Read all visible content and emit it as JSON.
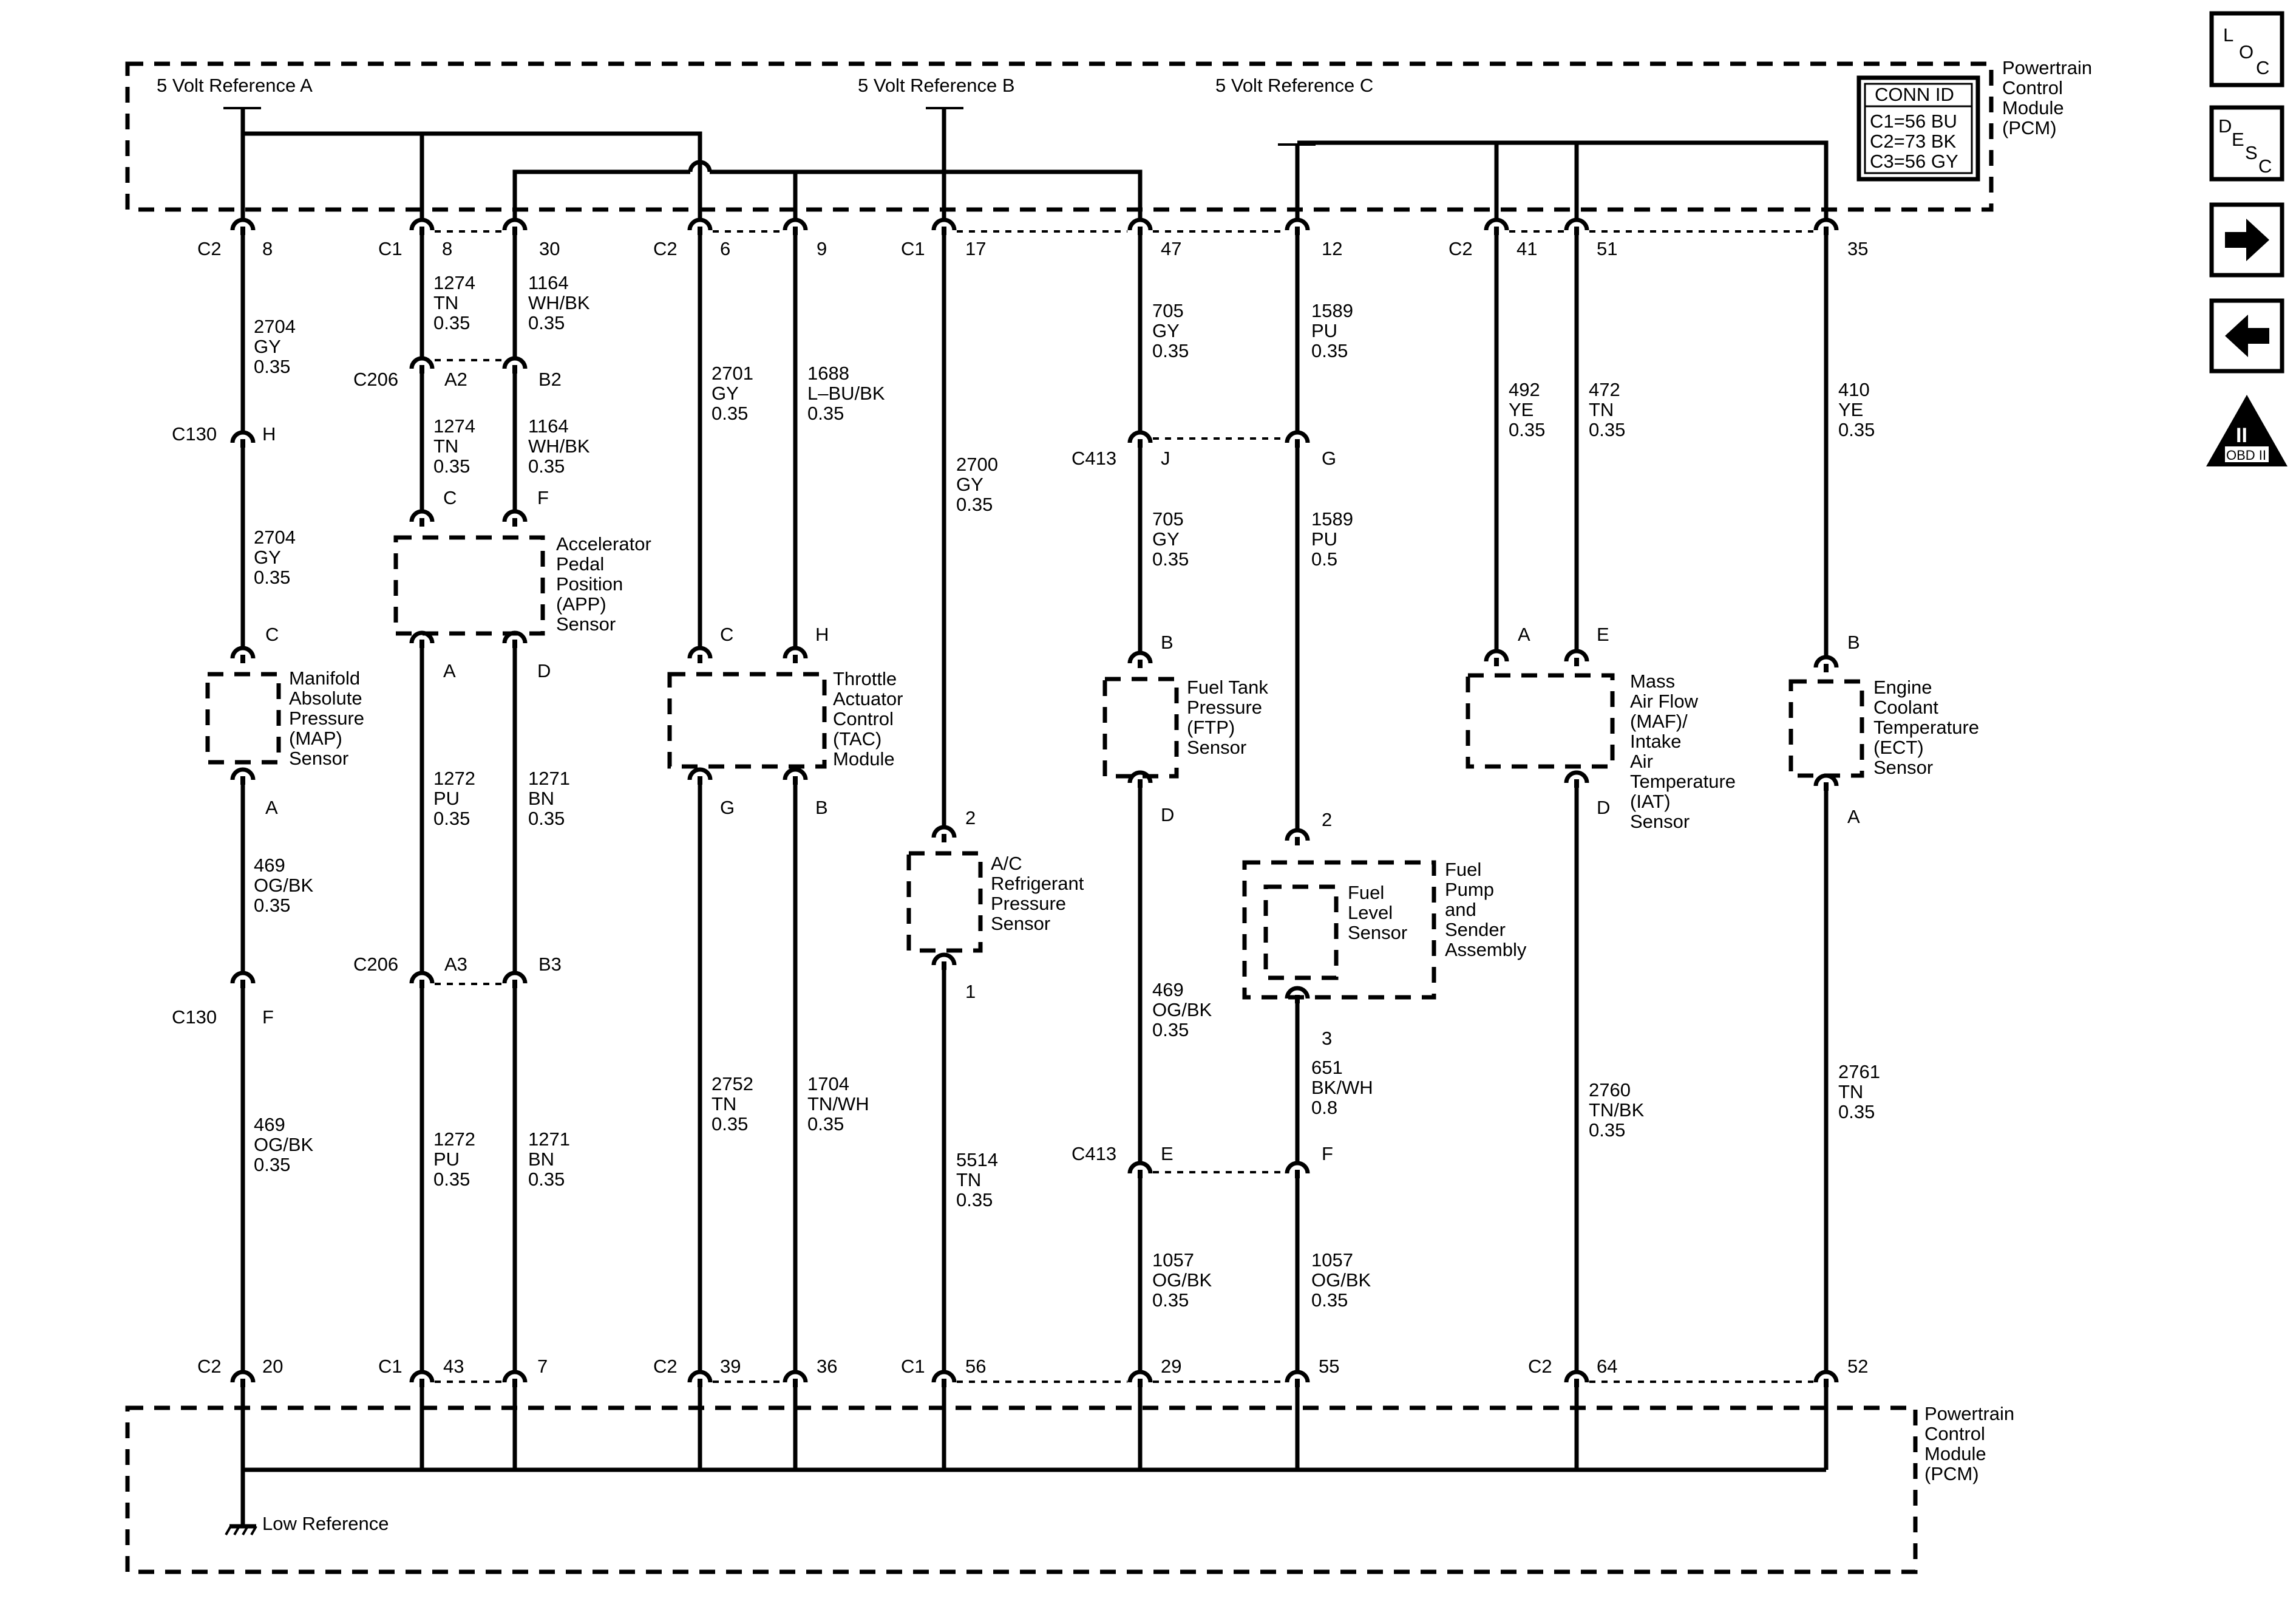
{
  "pcm_top_label": [
    "Powertrain",
    "Control",
    "Module",
    "(PCM)"
  ],
  "pcm_bottom_label": [
    "Powertrain",
    "Control",
    "Module",
    "(PCM)"
  ],
  "ref_a": "5 Volt Reference A",
  "ref_b": "5 Volt Reference B",
  "ref_c": "5 Volt Reference C",
  "low_reference": "Low Reference",
  "conn_id": {
    "title": "CONN ID",
    "lines": [
      "C1=56 BU",
      "C2=73 BK",
      "C3=56 GY"
    ]
  },
  "nav": {
    "loc": [
      "L",
      "O",
      "C"
    ],
    "desc": [
      "D",
      "E",
      "S",
      "C"
    ],
    "obd_numeral": "II",
    "obd_label": "OBD II"
  },
  "top_pins": [
    {
      "conn": "C2",
      "pin": "8"
    },
    {
      "conn": "C1",
      "pin": "8"
    },
    {
      "conn": "",
      "pin": "30"
    },
    {
      "conn": "C2",
      "pin": "6"
    },
    {
      "conn": "",
      "pin": "9"
    },
    {
      "conn": "C1",
      "pin": "17"
    },
    {
      "conn": "",
      "pin": "47"
    },
    {
      "conn": "",
      "pin": "12"
    },
    {
      "conn": "C2",
      "pin": "41"
    },
    {
      "conn": "",
      "pin": "51"
    },
    {
      "conn": "",
      "pin": "35"
    }
  ],
  "bottom_pins": [
    {
      "conn": "C2",
      "pin": "20"
    },
    {
      "conn": "C1",
      "pin": "43"
    },
    {
      "conn": "",
      "pin": "7"
    },
    {
      "conn": "C2",
      "pin": "39"
    },
    {
      "conn": "",
      "pin": "36"
    },
    {
      "conn": "C1",
      "pin": "56"
    },
    {
      "conn": "",
      "pin": "29"
    },
    {
      "conn": "",
      "pin": "55"
    },
    {
      "conn": "C2",
      "pin": "64"
    },
    {
      "conn": "",
      "pin": "52"
    }
  ],
  "inline_connectors": [
    {
      "conn": "C130",
      "pin": "H"
    },
    {
      "conn": "C130",
      "pin": "F"
    },
    {
      "conn": "C206",
      "pin": "A2"
    },
    {
      "conn": "",
      "pin": "B2"
    },
    {
      "conn": "C206",
      "pin": "A3"
    },
    {
      "conn": "",
      "pin": "B3"
    },
    {
      "conn": "C413",
      "pin": "J"
    },
    {
      "conn": "",
      "pin": "G"
    },
    {
      "conn": "C413",
      "pin": "E"
    },
    {
      "conn": "",
      "pin": "F"
    }
  ],
  "sensor_pins": [
    "C",
    "A",
    "C",
    "F",
    "A",
    "D",
    "C",
    "H",
    "G",
    "B",
    "2",
    "1",
    "B",
    "D",
    "2",
    "3",
    "A",
    "E",
    "D",
    "B",
    "A"
  ],
  "wires": [
    [
      "2704",
      "GY",
      "0.35"
    ],
    [
      "2704",
      "GY",
      "0.35"
    ],
    [
      "469",
      "OG/BK",
      "0.35"
    ],
    [
      "469",
      "OG/BK",
      "0.35"
    ],
    [
      "1274",
      "TN",
      "0.35"
    ],
    [
      "1164",
      "WH/BK",
      "0.35"
    ],
    [
      "1274",
      "TN",
      "0.35"
    ],
    [
      "1164",
      "WH/BK",
      "0.35"
    ],
    [
      "1272",
      "PU",
      "0.35"
    ],
    [
      "1271",
      "BN",
      "0.35"
    ],
    [
      "1272",
      "PU",
      "0.35"
    ],
    [
      "1271",
      "BN",
      "0.35"
    ],
    [
      "2701",
      "GY",
      "0.35"
    ],
    [
      "1688",
      "L–BU/BK",
      "0.35"
    ],
    [
      "2752",
      "TN",
      "0.35"
    ],
    [
      "1704",
      "TN/WH",
      "0.35"
    ],
    [
      "2700",
      "GY",
      "0.35"
    ],
    [
      "5514",
      "TN",
      "0.35"
    ],
    [
      "705",
      "GY",
      "0.35"
    ],
    [
      "705",
      "GY",
      "0.35"
    ],
    [
      "469",
      "OG/BK",
      "0.35"
    ],
    [
      "1057",
      "OG/BK",
      "0.35"
    ],
    [
      "1589",
      "PU",
      "0.35"
    ],
    [
      "1589",
      "PU",
      "0.5"
    ],
    [
      "651",
      "BK/WH",
      "0.8"
    ],
    [
      "1057",
      "OG/BK",
      "0.35"
    ],
    [
      "492",
      "YE",
      "0.35"
    ],
    [
      "472",
      "TN",
      "0.35"
    ],
    [
      "2760",
      "TN/BK",
      "0.35"
    ],
    [
      "410",
      "YE",
      "0.35"
    ],
    [
      "2761",
      "TN",
      "0.35"
    ]
  ],
  "sensors": {
    "map": [
      "Manifold",
      "Absolute",
      "Pressure",
      "(MAP)",
      "Sensor"
    ],
    "app": [
      "Accelerator",
      "Pedal",
      "Position",
      "(APP)",
      "Sensor"
    ],
    "tac": [
      "Throttle",
      "Actuator",
      "Control",
      "(TAC)",
      "Module"
    ],
    "acp": [
      "A/C",
      "Refrigerant",
      "Pressure",
      "Sensor"
    ],
    "ftp": [
      "Fuel Tank",
      "Pressure",
      "(FTP)",
      "Sensor"
    ],
    "fuel_level": [
      "Fuel",
      "Level",
      "Sensor"
    ],
    "fuel_pump": [
      "Fuel",
      "Pump",
      "and",
      "Sender",
      "Assembly"
    ],
    "maf": [
      "Mass",
      "Air Flow",
      "(MAF)/",
      "Intake",
      "Air",
      "Temperature",
      "(IAT)",
      "Sensor"
    ],
    "ect": [
      "Engine",
      "Coolant",
      "Temperature",
      "(ECT)",
      "Sensor"
    ]
  }
}
